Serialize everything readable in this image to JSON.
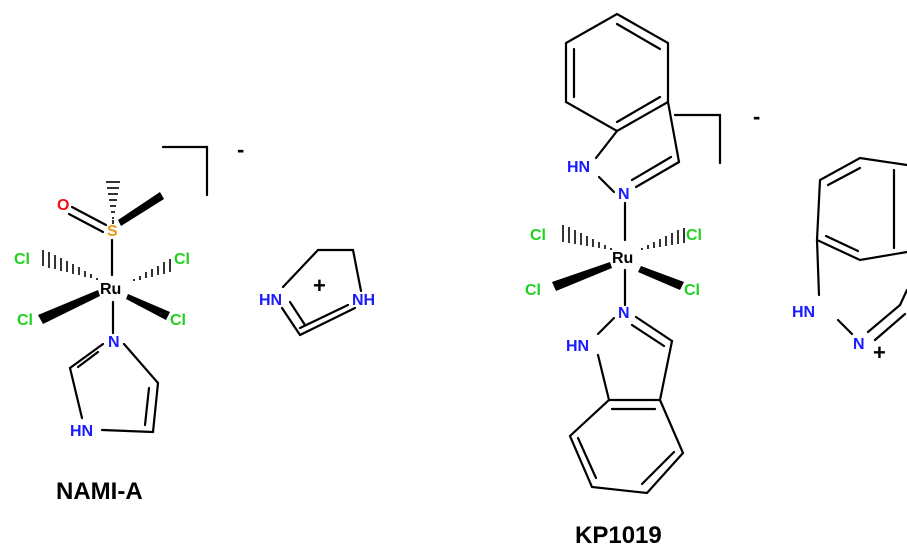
{
  "colors": {
    "chlorine": "#1fd11f",
    "nitrogen": "#1a1aff",
    "oxygen": "#ee1111",
    "sulfur": "#e69a1a",
    "carbon": "#000000"
  },
  "nami": {
    "charge": "-",
    "counter_charge": "+",
    "atoms": {
      "o": "O",
      "s": "S",
      "ru": "Ru",
      "cl1": "Cl",
      "cl2": "Cl",
      "cl3": "Cl",
      "cl4": "Cl",
      "n_ring": "N",
      "hn_ring": "HN",
      "hn_cat": "HN",
      "nh_cat": "NH"
    },
    "label": "NAMI-A"
  },
  "kp": {
    "charge": "-",
    "counter_charge": "+",
    "atoms": {
      "hn_top": "HN",
      "n_top": "N",
      "ru": "Ru",
      "cl1": "Cl",
      "cl2": "Cl",
      "cl3": "Cl",
      "cl4": "Cl",
      "n_bot": "N",
      "hn_bot": "HN",
      "hn_cat": "HN",
      "n_cat": "N"
    },
    "label": "KP1019"
  }
}
